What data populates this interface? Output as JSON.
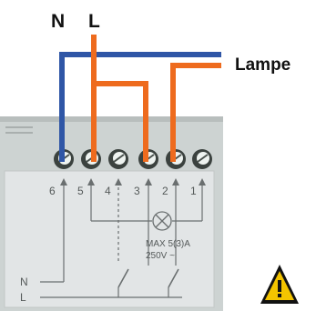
{
  "labels": {
    "neutral": "N",
    "live": "L",
    "lamp": "Lampe"
  },
  "terminals": [
    "6",
    "5",
    "4",
    "3",
    "2",
    "1"
  ],
  "device": {
    "rating_line1": "MAX 5(3)A",
    "rating_line2": "250V ~",
    "input_n": "N",
    "input_l": "L"
  },
  "colors": {
    "neutral_wire": "#2f56a6",
    "live_wire": "#ee6b1e",
    "housing": "#cfd4d3",
    "panel": "#dfe3e4",
    "warning_yellow": "#f3c400"
  },
  "icons": {
    "warning": "warning-triangle-icon",
    "lamp_symbol": "lamp-cross-icon"
  }
}
